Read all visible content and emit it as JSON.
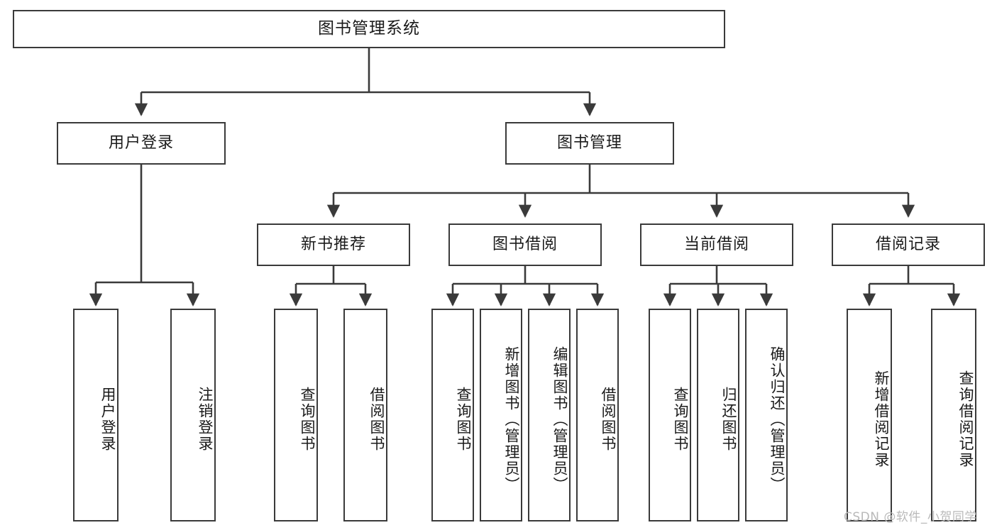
{
  "diagram": {
    "title": "图书管理系统",
    "type": "hierarchy-tree",
    "watermark": "CSDN @软件_小贺同学",
    "colors": {
      "box_border": "#3a3a3a",
      "box_fill": "#ffffff",
      "edge": "#3a3a3a",
      "text": "#1a1a1a",
      "watermark": "#b9b9b9"
    },
    "levels": {
      "root": {
        "label": "图书管理系统"
      },
      "level2": [
        {
          "label": "用户登录"
        },
        {
          "label": "图书管理"
        }
      ],
      "level3": [
        {
          "label": "新书推荐"
        },
        {
          "label": "图书借阅"
        },
        {
          "label": "当前借阅"
        },
        {
          "label": "借阅记录"
        }
      ]
    },
    "leaves": {
      "user_login": [
        {
          "label": "用户登录"
        },
        {
          "label": "注销登录"
        }
      ],
      "new_book": [
        {
          "label": "查询图书"
        },
        {
          "label": "借阅图书"
        }
      ],
      "book_borrow": [
        {
          "label": "查询图书"
        },
        {
          "label": "新增图书（管理员）"
        },
        {
          "label": "编辑图书（管理员）"
        },
        {
          "label": "借阅图书"
        }
      ],
      "current_borrow": [
        {
          "label": "查询图书"
        },
        {
          "label": "归还图书"
        },
        {
          "label": "确认归还（管理员）"
        }
      ],
      "borrow_record": [
        {
          "label": "新增借阅记录"
        },
        {
          "label": "查询借阅记录"
        }
      ]
    }
  }
}
